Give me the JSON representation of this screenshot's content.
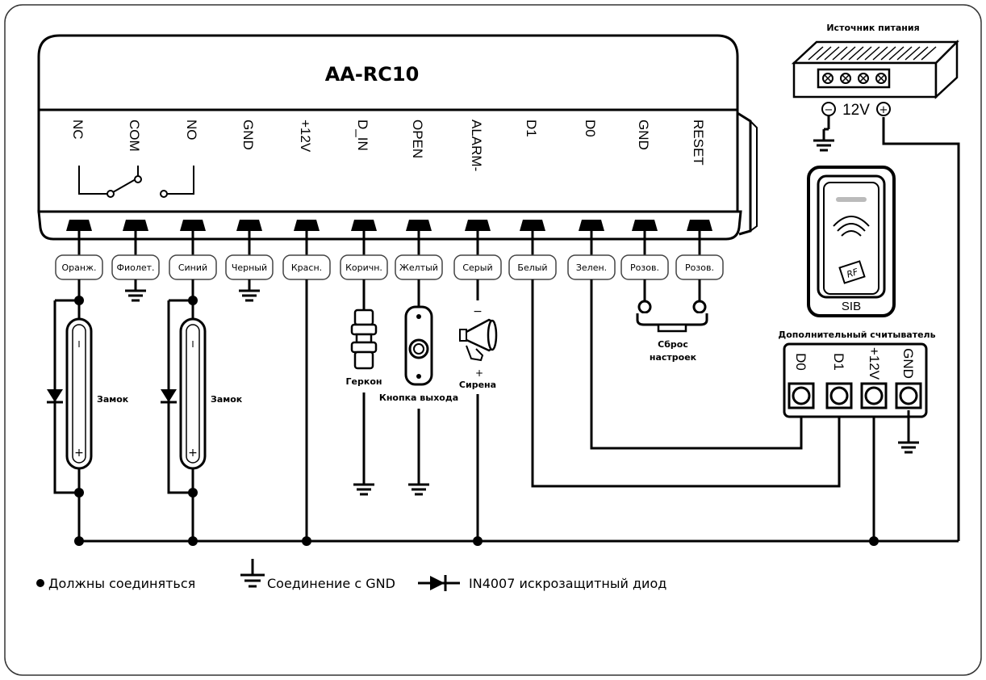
{
  "controller": {
    "title": "AA-RC10",
    "pins": [
      "NC",
      "COM",
      "NO",
      "GND",
      "+12V",
      "D_IN",
      "OPEN",
      "ALARM-",
      "D1",
      "D0",
      "GND",
      "RESET"
    ],
    "wire_colors": [
      "Оранж.",
      "Фиолет.",
      "Синий",
      "Черный",
      "Красн.",
      "Коричн.",
      "Желтый",
      "Серый",
      "Белый",
      "Зелен.",
      "Розов.",
      "Розов."
    ]
  },
  "power_supply": {
    "label": "Источник питания",
    "voltage": "12V",
    "minus": "−",
    "plus": "+"
  },
  "reader": {
    "label": "SIB",
    "rf_label": "RF"
  },
  "extra_reader": {
    "label": "Дополнительный считыватель",
    "pins": [
      "D0",
      "D1",
      "+12V",
      "GND"
    ]
  },
  "devices": {
    "lock1": "Замок",
    "lock2": "Замок",
    "reed": "Геркон",
    "exit_button": "Кнопка выхода",
    "siren": "Сирена",
    "siren_minus": "−",
    "siren_plus": "+",
    "reset_line1": "Сброс",
    "reset_line2": "настроек",
    "lock_minus": "I",
    "lock_plus": "+"
  },
  "legend": {
    "dot": "Должны соединяться",
    "gnd": "Соединение с GND",
    "diode": "IN4007 искрозащитный диод"
  }
}
